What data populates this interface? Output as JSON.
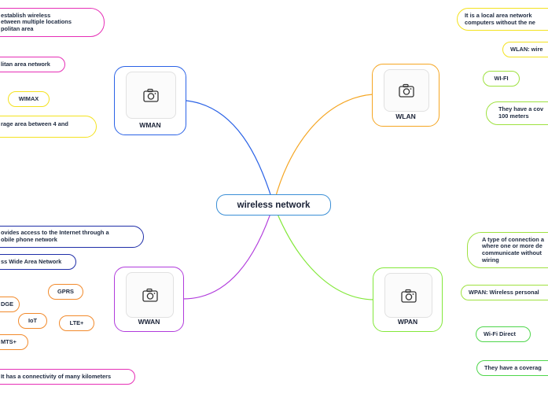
{
  "root": {
    "label": "wireless network"
  },
  "branches": {
    "wman": {
      "label": "WMAN",
      "color": "#2a62e6",
      "items": [
        "establish wireless\netween multiple locations\npolitan area",
        "litan area network",
        "WIMAX",
        "rage area between 4 and"
      ]
    },
    "wlan": {
      "label": "WLAN",
      "color": "#f5a623",
      "items": [
        "It is a local area network\ncomputers without the ne",
        "WLAN: wire",
        "WI-FI",
        "They have a cov\n100 meters"
      ]
    },
    "wwan": {
      "label": "WWAN",
      "color": "#b13bdc",
      "items": [
        "ovides access to the Internet through a\nobile phone network",
        "ss Wide Area Network",
        "GPRS",
        "DGE",
        "IoT",
        "LTE+",
        "MTS+",
        "It has a connectivity of many kilometers"
      ]
    },
    "wpan": {
      "label": "WPAN",
      "color": "#83e83a",
      "items": [
        "A type of connection a\nwhere one or more de\ncommunicate without\nwiring",
        "WPAN: Wireless personal",
        "Wi-Fi Direct",
        "They have a coverag"
      ]
    }
  },
  "leaf_colors": {
    "magenta": "#e62fb6",
    "yellow": "#f4e21f",
    "navy": "#1f2ea8",
    "orange": "#f28a2b",
    "green": "#4fd64b",
    "lime": "#9ee13f"
  },
  "icons": {
    "node_image": "camera-icon"
  }
}
